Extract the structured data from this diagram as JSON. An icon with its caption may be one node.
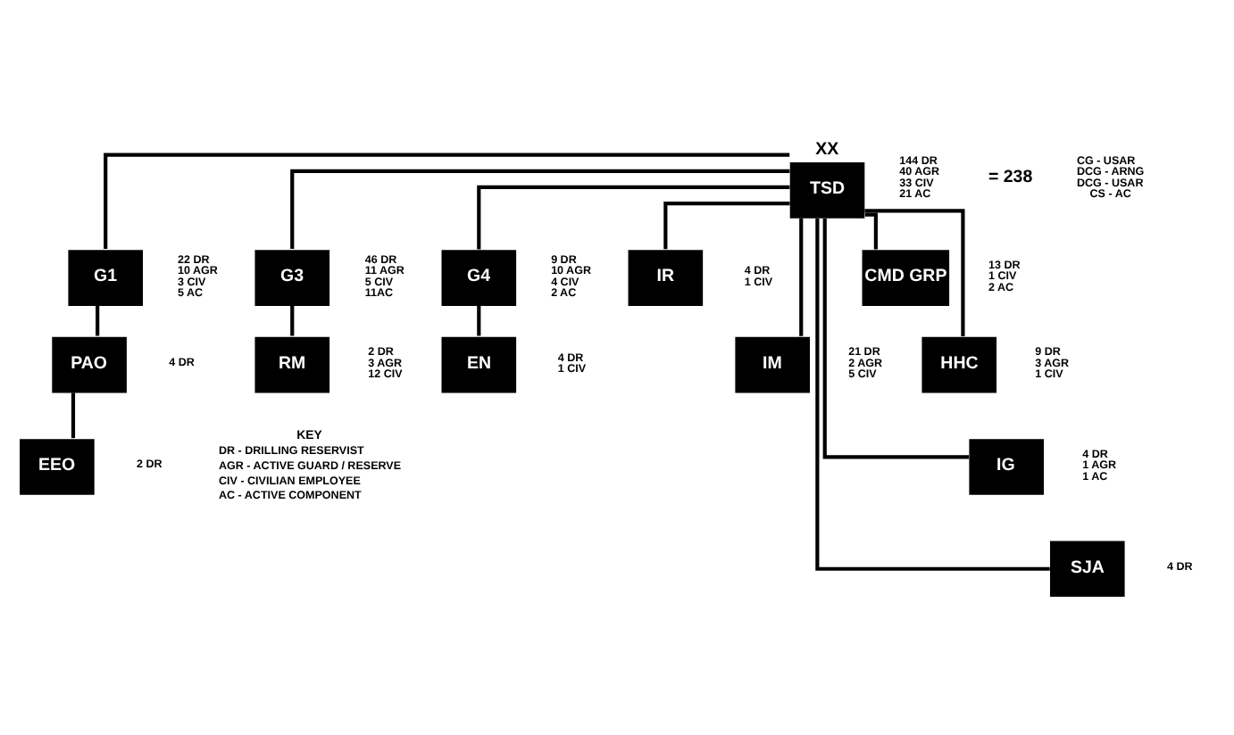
{
  "diagram": {
    "nodes": [
      {
        "text": [
          "XX",
          "TSD"
        ],
        "beside": [
          "144 DR",
          "40 AGR",
          "33 CIV",
          "21 AC",
          "= 238"
        ]
      },
      {
        "text": [
          "G1"
        ],
        "beside": [
          "22 DR",
          "10 AGR",
          "3 CIV",
          "5 AC"
        ]
      },
      {
        "text": [
          "G3"
        ],
        "beside": [
          "46 DR",
          "11 AGR",
          "5 CIV",
          "11AC"
        ]
      },
      {
        "text": [
          "G4"
        ],
        "beside": [
          "9 DR",
          "10 AGR",
          "4 CIV",
          "2 AC"
        ]
      },
      {
        "text": [
          "IR"
        ],
        "beside": [
          "4 DR",
          "1 CIV"
        ]
      },
      {
        "text": [
          "CMD GRP"
        ],
        "beside": [
          "13 DR",
          "1 CIV",
          "2 AC"
        ]
      },
      {
        "text": [
          "PAO"
        ],
        "beside": [
          "4 DR"
        ]
      },
      {
        "text": [
          "RM"
        ],
        "beside": [
          "2 DR",
          "3 AGR",
          "12 CIV"
        ]
      },
      {
        "text": [
          "EN"
        ],
        "beside": [
          "4 DR",
          "1 CIV"
        ]
      },
      {
        "text": [
          "IM"
        ],
        "beside": [
          "21 DR",
          "2 AGR",
          "5 CIV"
        ]
      },
      {
        "text": [
          "HHC"
        ],
        "beside": [
          "9 DR",
          "3 AGR",
          "1 CIV"
        ]
      },
      {
        "text": [
          "EEO"
        ],
        "beside": [
          "2 DR"
        ]
      },
      {
        "text": [
          "IG"
        ],
        "beside": [
          "4 DR",
          "1 AGR",
          "1 AC"
        ]
      },
      {
        "text": [
          "SJA"
        ],
        "beside": [
          "4 DR"
        ]
      }
    ],
    "edges": [
      {
        "from": 0,
        "to": 1,
        "arrow": "none"
      },
      {
        "from": 0,
        "to": 2,
        "arrow": "none"
      },
      {
        "from": 0,
        "to": 3,
        "arrow": "none"
      },
      {
        "from": 0,
        "to": 4,
        "arrow": "none"
      },
      {
        "from": 0,
        "to": 9,
        "arrow": "none"
      },
      {
        "from": 0,
        "to": 12,
        "arrow": "none"
      },
      {
        "from": 0,
        "to": 13,
        "arrow": "none"
      },
      {
        "from": 0,
        "to": 5,
        "arrow": "none"
      },
      {
        "from": 0,
        "to": 10,
        "arrow": "none"
      },
      {
        "from": 1,
        "to": 6,
        "arrow": "none"
      },
      {
        "from": 6,
        "to": 11,
        "arrow": "none"
      },
      {
        "from": 2,
        "to": 7,
        "arrow": "none"
      },
      {
        "from": 3,
        "to": 8,
        "arrow": "none"
      }
    ],
    "labels": [
      "CG - USAR",
      "DCG - ARNG",
      "DCG - USAR",
      "CS - AC",
      "KEY",
      "DR - DRILLING RESERVIST",
      "AGR - ACTIVE GUARD / RESERVE",
      "CIV - CIVILIAN EMPLOYEE",
      "AC - ACTIVE COMPONENT"
    ]
  }
}
